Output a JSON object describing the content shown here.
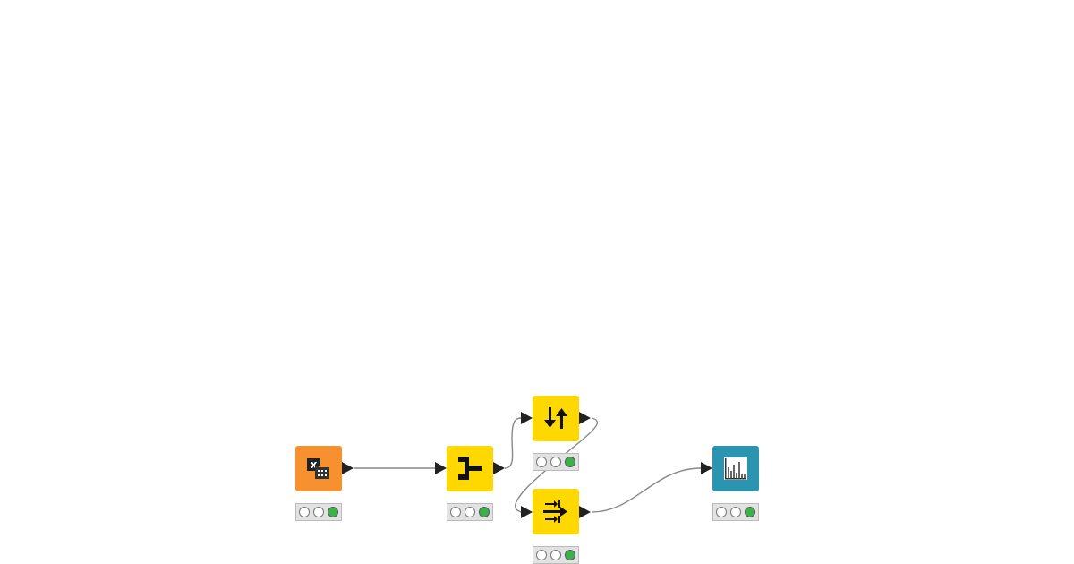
{
  "workflow": {
    "colors": {
      "source": "#F7902F",
      "manipulator": "#FFD800",
      "visualizer": "#2A94B1",
      "status_ok": "#3BB14A",
      "status_off": "#FFFFFF",
      "status_bar": "#E2E2E2",
      "connection": "#888888",
      "port": "#222222"
    },
    "nodes": [
      {
        "id": "excel-reader",
        "icon": "excel-table-icon",
        "category": "source",
        "status": "executed"
      },
      {
        "id": "column-filter",
        "icon": "column-filter-icon",
        "category": "manipulator",
        "status": "executed"
      },
      {
        "id": "sorter",
        "icon": "sort-arrows-icon",
        "category": "manipulator",
        "status": "executed"
      },
      {
        "id": "column-appender",
        "icon": "append-columns-icon",
        "category": "manipulator",
        "status": "executed"
      },
      {
        "id": "histogram",
        "icon": "bar-chart-icon",
        "category": "visualizer",
        "status": "executed"
      }
    ],
    "connections": [
      [
        "excel-reader",
        "column-filter"
      ],
      [
        "column-filter",
        "sorter"
      ],
      [
        "sorter",
        "column-appender"
      ],
      [
        "column-appender",
        "histogram"
      ]
    ]
  }
}
